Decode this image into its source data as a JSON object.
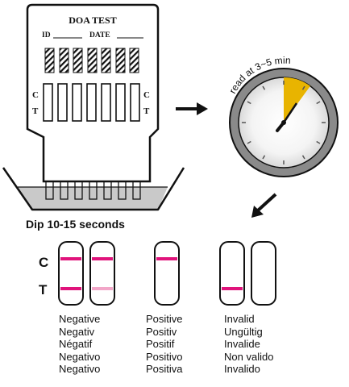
{
  "device": {
    "title": "DOA TEST",
    "id_label": "ID",
    "date_label": "DATE",
    "control_letter": "C",
    "test_letter": "T"
  },
  "dip_instruction": "Dip 10-15 seconds",
  "timer": {
    "label": "read at 3~5 min"
  },
  "results": {
    "control_label": "C",
    "test_label": "T",
    "groups": [
      {
        "name": "negative",
        "texts": [
          "Negative",
          "Negativ",
          "Négatif",
          "Negativo",
          "Negativo"
        ]
      },
      {
        "name": "positive",
        "texts": [
          "Positive",
          "Positiv",
          "Positif",
          "Positivo",
          "Positiva"
        ]
      },
      {
        "name": "invalid",
        "texts": [
          "Invalid",
          "Ungültig",
          "Invalide",
          "Non valido",
          "Invalido"
        ]
      }
    ]
  },
  "colors": {
    "line": "#111111",
    "band": "#e0137b",
    "band_faint": "#f2a6c8",
    "dip_gray": "#c9c9c9",
    "sector": "#e8b400",
    "clock_ring": "#8a8a8a"
  }
}
